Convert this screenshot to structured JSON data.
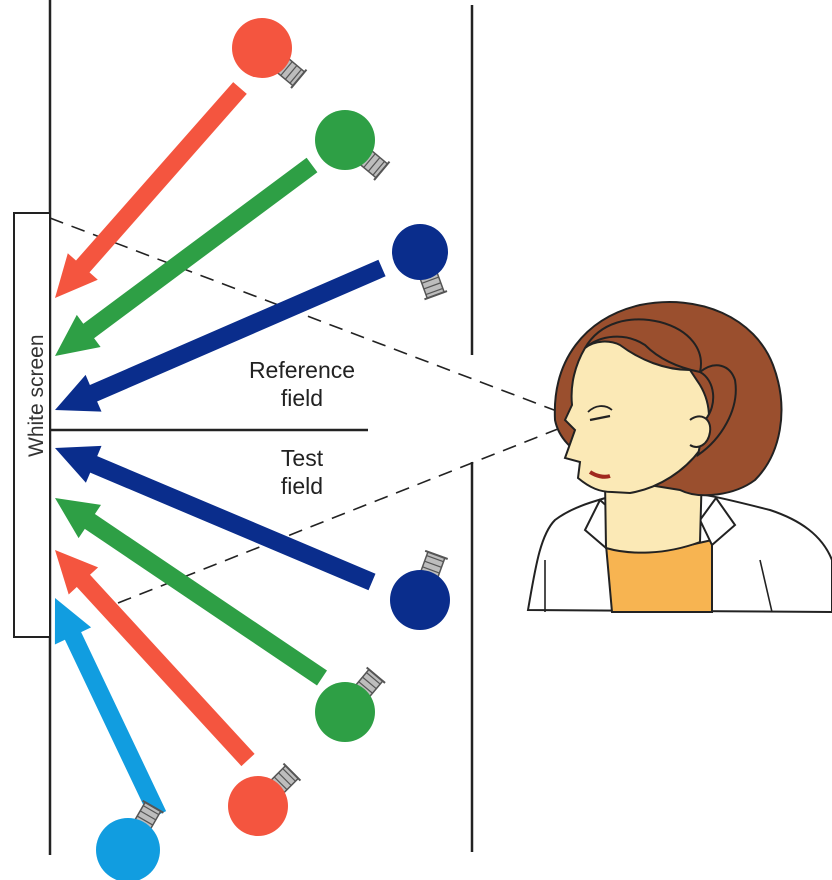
{
  "labels": {
    "screen": "White screen",
    "reference_line1": "Reference",
    "reference_line2": "field",
    "test_line1": "Test",
    "test_line2": "field"
  },
  "colors": {
    "red": "#f4553f",
    "green": "#2e9f45",
    "dark_blue": "#0a2d8c",
    "light_blue": "#119de0",
    "hair": "#9a4f2e",
    "skin": "#fbe9b6",
    "blouse_inner": "#f7b451"
  },
  "lamps": [
    {
      "id": "ref-red",
      "field": "reference",
      "color": "red"
    },
    {
      "id": "ref-green",
      "field": "reference",
      "color": "green"
    },
    {
      "id": "ref-blue",
      "field": "reference",
      "color": "dark_blue"
    },
    {
      "id": "test-blue",
      "field": "test",
      "color": "dark_blue"
    },
    {
      "id": "test-green",
      "field": "test",
      "color": "green"
    },
    {
      "id": "test-red",
      "field": "test",
      "color": "red"
    },
    {
      "id": "test-lightblue",
      "field": "test",
      "color": "light_blue"
    }
  ]
}
